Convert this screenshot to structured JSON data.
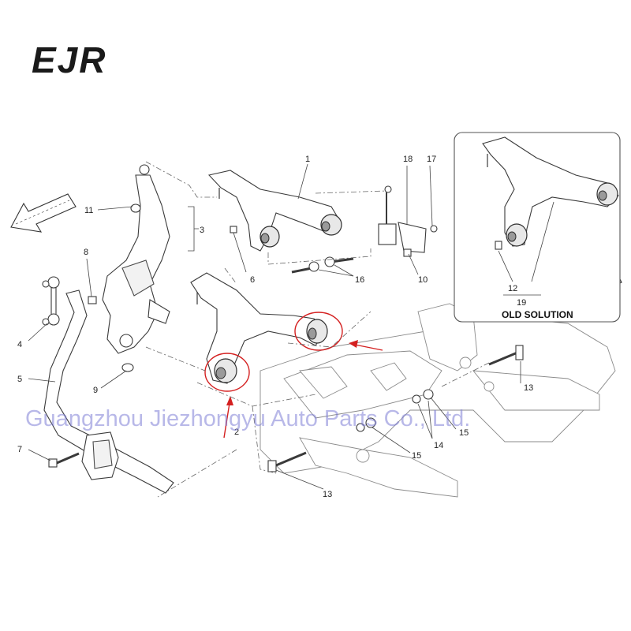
{
  "logo": {
    "text": "EJR"
  },
  "watermark": {
    "text": "Guangzhou Jiezhongyu Auto Parts Co., Ltd."
  },
  "inset": {
    "title": "OLD SOLUTION"
  },
  "callouts": {
    "c1": "1",
    "c2": "2",
    "c3": "3",
    "c4": "4",
    "c5": "5",
    "c6": "6",
    "c7": "7",
    "c8": "8",
    "c9": "9",
    "c10": "10",
    "c11": "11",
    "c13a": "13",
    "c13b": "13",
    "c14": "14",
    "c15a": "15",
    "c15b": "15",
    "c16": "16",
    "c17": "17",
    "c18": "18",
    "c12": "12",
    "c19": "19"
  },
  "colors": {
    "highlight": "#d42020",
    "watermark": "#7f7fd6",
    "line": "#3a3a3a"
  }
}
